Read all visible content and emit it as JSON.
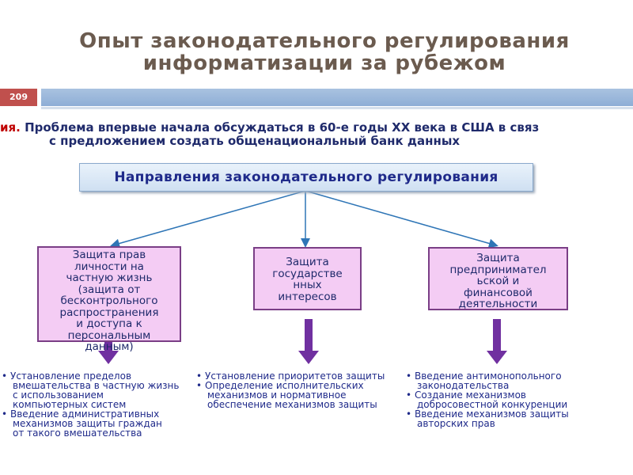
{
  "slide": {
    "title_line1": "Опыт законодательного регулирования",
    "title_line2": "информатизации за рубежом",
    "number": "209"
  },
  "intro": {
    "highlight": "ия.",
    "line1": " Проблема впервые начала обсуждаться в 60-е годы XX века в США в связ",
    "line2": "с предложением создать общенациональный банк данных"
  },
  "diagram": {
    "root": "Направления законодательного регулирования",
    "branches": [
      {
        "label_lines": [
          "Защита прав",
          "личности на",
          "частную жизнь",
          "(защита от",
          "бесконтрольного",
          "распространения",
          "и доступа к",
          "персональным",
          "данным)"
        ],
        "bullets": [
          {
            "lines": [
              "Установление пределов",
              "вмешательства в частную жизнь",
              "с использованием",
              "компьютерных систем"
            ]
          },
          {
            "lines": [
              "Введение административных",
              "механизмов защиты граждан",
              "от такого вмешательства"
            ]
          }
        ]
      },
      {
        "label_lines": [
          "Защита",
          "государстве",
          "нных",
          "интересов"
        ],
        "bullets": [
          {
            "lines": [
              "Установление приоритетов защиты"
            ]
          },
          {
            "lines": [
              "Определение исполнительских",
              "механизмов и нормативное",
              "обеспечение механизмов защиты"
            ]
          }
        ]
      },
      {
        "label_lines": [
          "Защита",
          "предпринимател",
          "ьской и",
          "финансовой",
          "деятельности"
        ],
        "bullets": [
          {
            "lines": [
              "Введение антимонопольного",
              "законодательства"
            ]
          },
          {
            "lines": [
              "Создание механизмов",
              "добросовестной конкуренции"
            ]
          },
          {
            "lines": [
              "Введение механизмов защиты",
              "авторских прав"
            ]
          }
        ]
      }
    ]
  },
  "colors": {
    "title": "#6b5b4f",
    "accent_red": "#c0504d",
    "header_bar": "#8eaed6",
    "box_fill": "#f4ccf4",
    "box_border": "#7a3e86",
    "arrow_purple": "#7030a0",
    "connector_blue": "#2e75b6",
    "text_navy": "#1f2a6b"
  }
}
